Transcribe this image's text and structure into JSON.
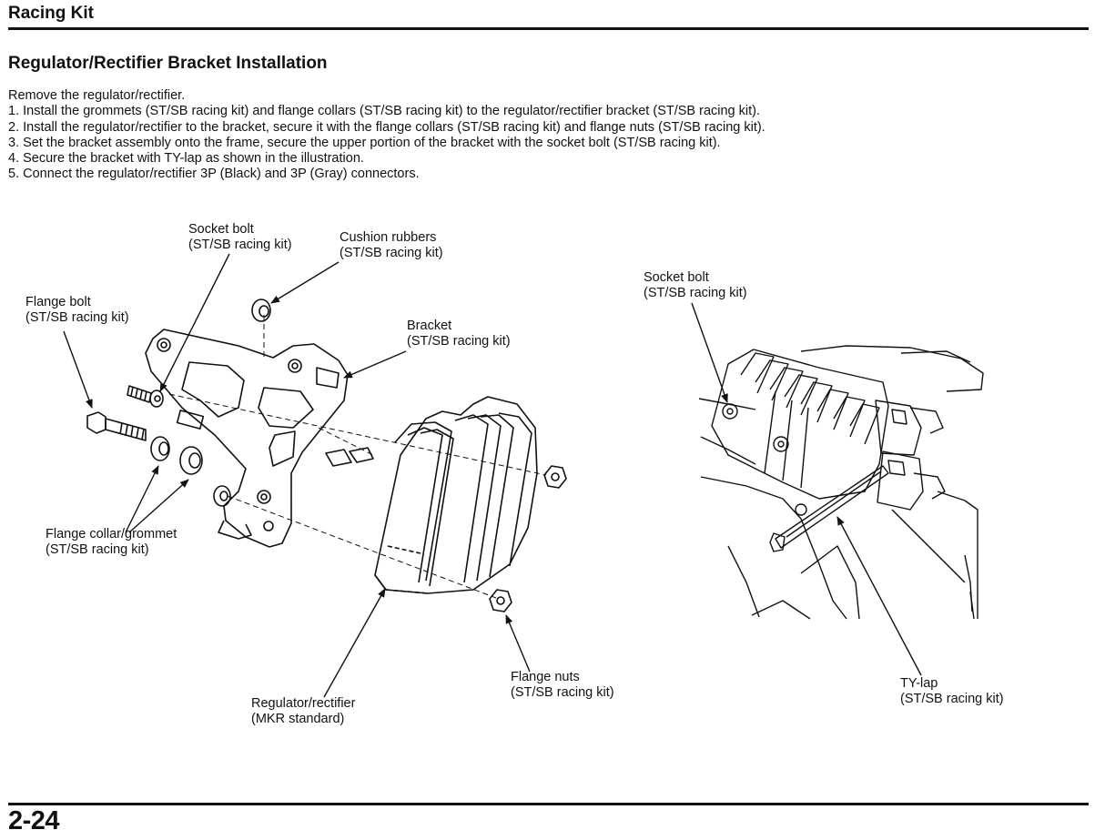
{
  "header": {
    "title": "Racing Kit"
  },
  "section": {
    "title": "Regulator/Rectifier Bracket Installation"
  },
  "instructions": [
    "Remove the regulator/rectifier.",
    "1. Install the grommets (ST/SB racing kit) and flange collars (ST/SB racing kit) to the regulator/rectifier bracket (ST/SB racing kit).",
    "2. Install the regulator/rectifier to the bracket, secure it with the flange collars (ST/SB racing kit) and flange nuts (ST/SB racing kit).",
    "3. Set the bracket assembly onto the frame, secure the upper portion of the bracket with the socket bolt (ST/SB racing kit).",
    "4. Secure the bracket with TY-lap as shown in the illustration.",
    "5. Connect the regulator/rectifier 3P (Black) and 3P (Gray) connectors."
  ],
  "figure_left": {
    "callouts": {
      "socket_bolt": [
        "Socket bolt",
        "(ST/SB racing kit)"
      ],
      "cushion_rubbers": [
        "Cushion rubbers",
        "(ST/SB racing kit)"
      ],
      "flange_bolt": [
        "Flange bolt",
        "(ST/SB racing kit)"
      ],
      "bracket": [
        "Bracket",
        "(ST/SB racing kit)"
      ],
      "flange_collar_grommet": [
        "Flange collar/grommet",
        "(ST/SB racing kit)"
      ],
      "regulator_rectifier": [
        "Regulator/rectifier",
        "(MKR standard)"
      ],
      "flange_nuts": [
        "Flange nuts",
        "(ST/SB racing kit)"
      ]
    }
  },
  "figure_right": {
    "callouts": {
      "socket_bolt": [
        "Socket bolt",
        "(ST/SB racing kit)"
      ],
      "ty_lap": [
        "TY-lap",
        "(ST/SB racing kit)"
      ]
    }
  },
  "footer": {
    "page_number": "2-24"
  }
}
